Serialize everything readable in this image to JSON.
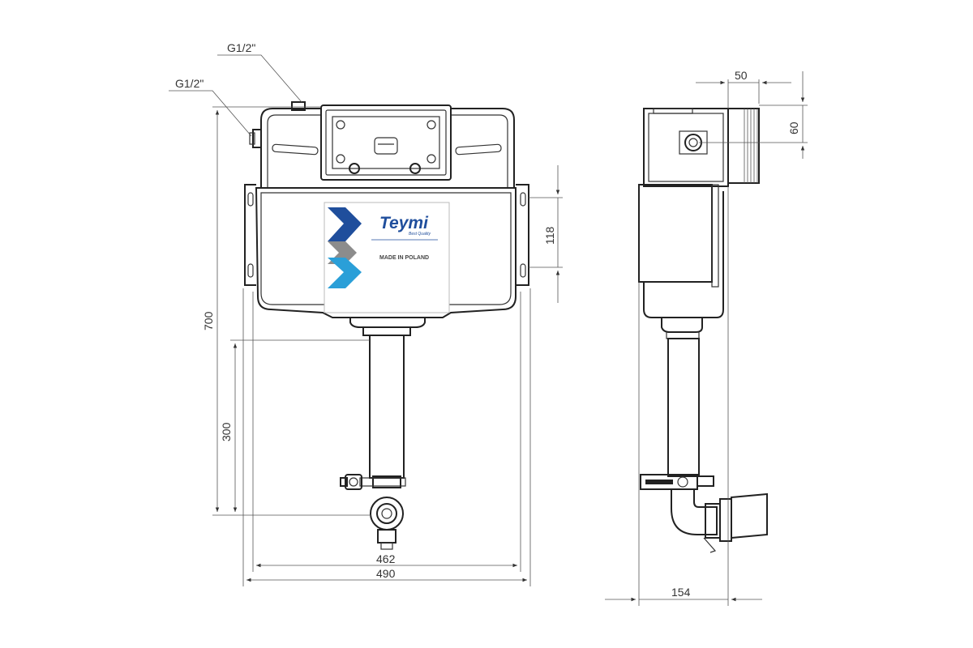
{
  "front_view": {
    "inlet_top_label": "G1/2\"",
    "inlet_side_label": "G1/2\"",
    "height_label": "700",
    "outlet_height_label": "300",
    "bracket_spacing_label": "118",
    "inner_width_label": "462",
    "outer_width_label": "490"
  },
  "label_panel": {
    "brand": "Teymi",
    "tagline": "Best Quality",
    "origin": "MADE IN POLAND",
    "colors": {
      "brand_text": "#1f4e9c",
      "chevron_dark": "#1f4e9c",
      "chevron_grey": "#8c8c8c",
      "chevron_light": "#2a9fd8"
    }
  },
  "side_view": {
    "offset_label": "50",
    "inlet_height_label": "60",
    "depth_label": "154"
  }
}
